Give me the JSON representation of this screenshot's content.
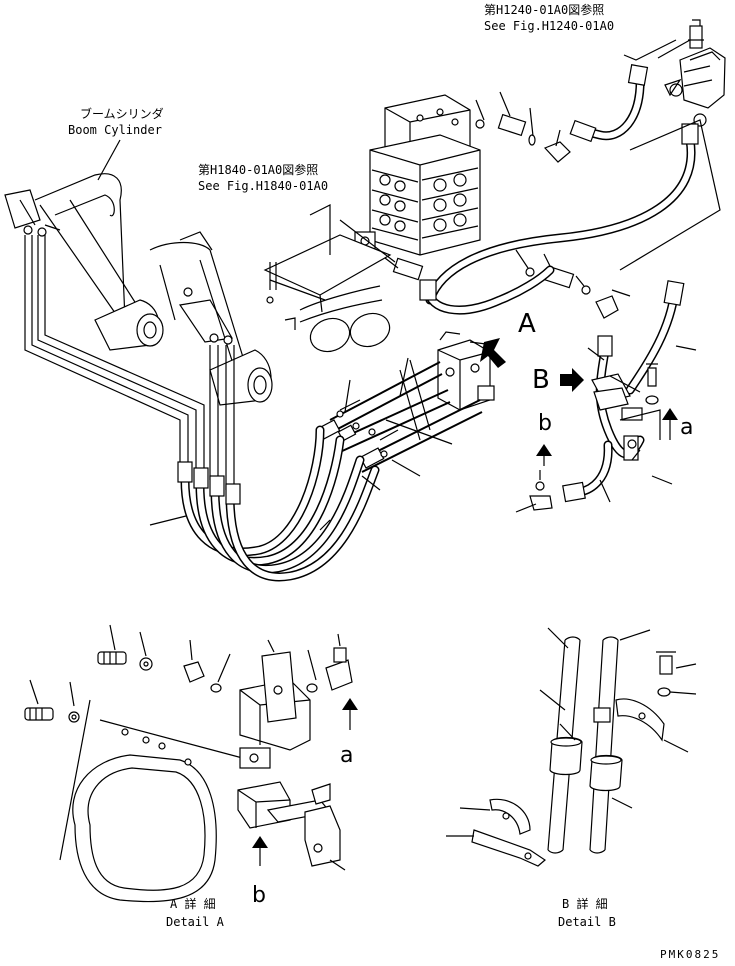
{
  "references": {
    "fig_h1240_jp": "第H1240-01A0図参照",
    "fig_h1240_en": "See Fig.H1240-01A0",
    "fig_h1840_jp": "第H1840-01A0図参照",
    "fig_h1840_en": "See Fig.H1840-01A0"
  },
  "components": {
    "boom_cylinder_jp": "ブームシリンダ",
    "boom_cylinder_en": "Boom Cylinder"
  },
  "view_markers": {
    "A": "A",
    "B": "B",
    "a": "a",
    "b": "b",
    "detail_a_b": "b",
    "detail_a_a": "a"
  },
  "details": {
    "detail_a_jp": "A 詳 細",
    "detail_a_en": "Detail A",
    "detail_b_jp": "B 詳 細",
    "detail_b_en": "Detail B"
  },
  "drawing_code": "PMK0825"
}
